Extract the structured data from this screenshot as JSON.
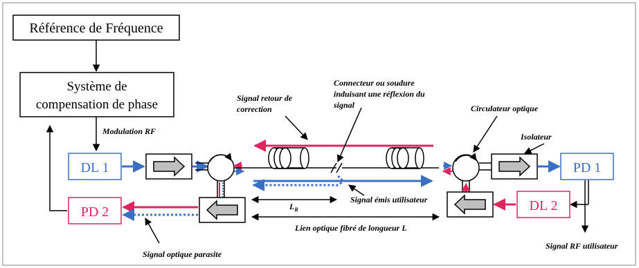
{
  "blocks": {
    "frequency_reference": "Référence de Fréquence",
    "phase_compensation_line1": "Système de",
    "phase_compensation_line2": "compensation de phase",
    "dl1": "DL 1",
    "dl2": "DL 2",
    "pd1": "PD 1",
    "pd2": "PD 2"
  },
  "annotations": {
    "rf_modulation": "Modulation RF",
    "return_signal_line1": "Signal retour de",
    "return_signal_line2": "correction",
    "connector_line1": "Connecteur ou soudure",
    "connector_line2": "induisant une réflexion du",
    "connector_line3": "signal",
    "optical_circulator": "Circulateur optique",
    "isolator": "Isolateur",
    "emitted_signal": "Signal émis utilisateur",
    "lr_main": "L",
    "lr_sub": "R",
    "fiber_link": "Lien optique fibré de longueur L",
    "parasitic_signal": "Signal optique parasite",
    "rf_user_signal": "Signal RF utilisateur"
  },
  "colors": {
    "blue": "#3b6fc4",
    "red": "#e0245e",
    "black": "#000000",
    "isolator_fill": "#bfbfbf"
  }
}
